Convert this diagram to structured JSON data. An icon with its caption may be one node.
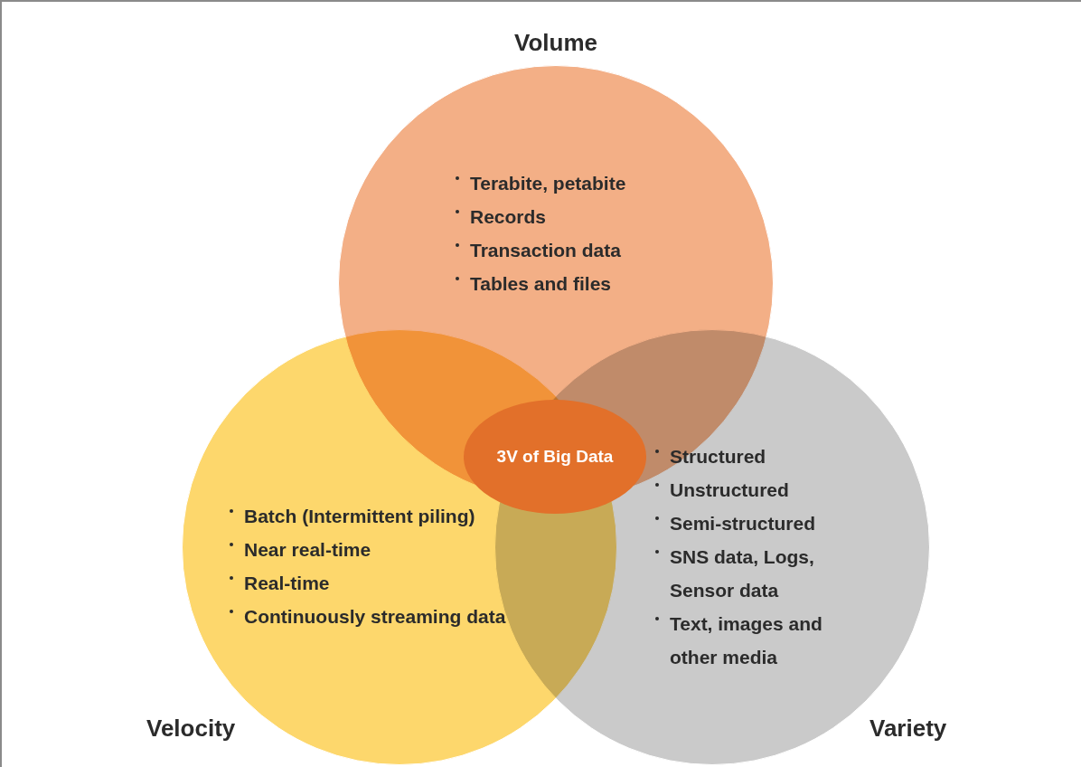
{
  "diagram": {
    "nodes": [
      {
        "text": [
          "Volume",
          "Terabite, petabite",
          "Records",
          "Transaction data",
          "Tables and files"
        ]
      },
      {
        "text": [
          "Velocity",
          "Batch (Intermittent piling)",
          "Near real-time",
          "Real-time",
          "Continuously streaming data"
        ]
      },
      {
        "text": [
          "Variety",
          "Structured",
          "Unstructured",
          "Semi-structured",
          "SNS data, Logs, Sensor data",
          "Text, images and other media"
        ]
      },
      {
        "text": [
          "3V of Big Data"
        ]
      }
    ]
  }
}
